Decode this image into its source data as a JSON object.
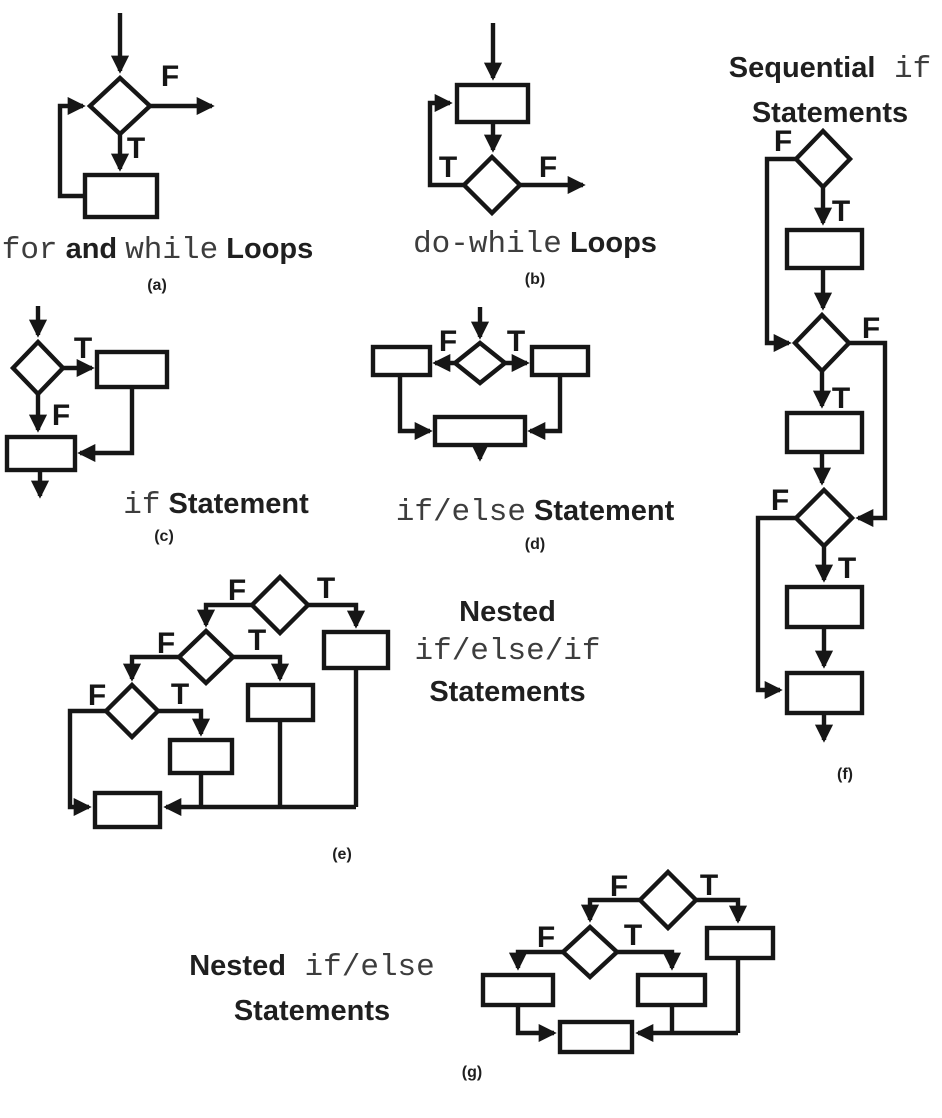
{
  "colors": {
    "ink": "#161616",
    "title_ink": "#1f1f1f",
    "mono_ink": "#3d3d3d",
    "background": "#ffffff"
  },
  "figures": {
    "a": {
      "caption": "(a)",
      "labels": {
        "f": "F",
        "t": "T"
      },
      "title": [
        {
          "text": "for",
          "code": true
        },
        {
          "text": " and ",
          "code": false
        },
        {
          "text": "while",
          "code": true
        },
        {
          "text": " Loops",
          "code": false
        }
      ]
    },
    "b": {
      "caption": "(b)",
      "labels": {
        "t": "T",
        "f": "F"
      },
      "title": [
        {
          "text": "do-while",
          "code": true
        },
        {
          "text": " Loops",
          "code": false
        }
      ]
    },
    "c": {
      "caption": "(c)",
      "labels": {
        "t": "T",
        "f": "F"
      },
      "title": [
        {
          "text": "if",
          "code": true
        },
        {
          "text": " Statement",
          "code": false
        }
      ]
    },
    "d": {
      "caption": "(d)",
      "labels": {
        "f": "F",
        "t": "T"
      },
      "title": [
        {
          "text": "if/else",
          "code": true
        },
        {
          "text": " Statement",
          "code": false
        }
      ]
    },
    "e": {
      "caption": "(e)",
      "labels": {
        "f1": "F",
        "t1": "T",
        "f2": "F",
        "t2": "T",
        "f3": "F",
        "t3": "T"
      },
      "title_line1": "Nested",
      "title_line2": "if/else/if",
      "title_line3": "Statements"
    },
    "f": {
      "caption": "(f)",
      "labels": {
        "f1": "F",
        "t1": "T",
        "f2": "F",
        "t2": "T",
        "f3": "F",
        "t3": "T"
      },
      "title_line1_sans": "Sequential",
      "title_line1_mono": " if",
      "title_line2": "Statements"
    },
    "g": {
      "caption": "(g)",
      "labels": {
        "f1": "F",
        "t1": "T",
        "f2": "F",
        "t2": "T"
      },
      "title_line1_sans": "Nested",
      "title_line1_mono": " if/else",
      "title_line2": "Statements"
    }
  }
}
